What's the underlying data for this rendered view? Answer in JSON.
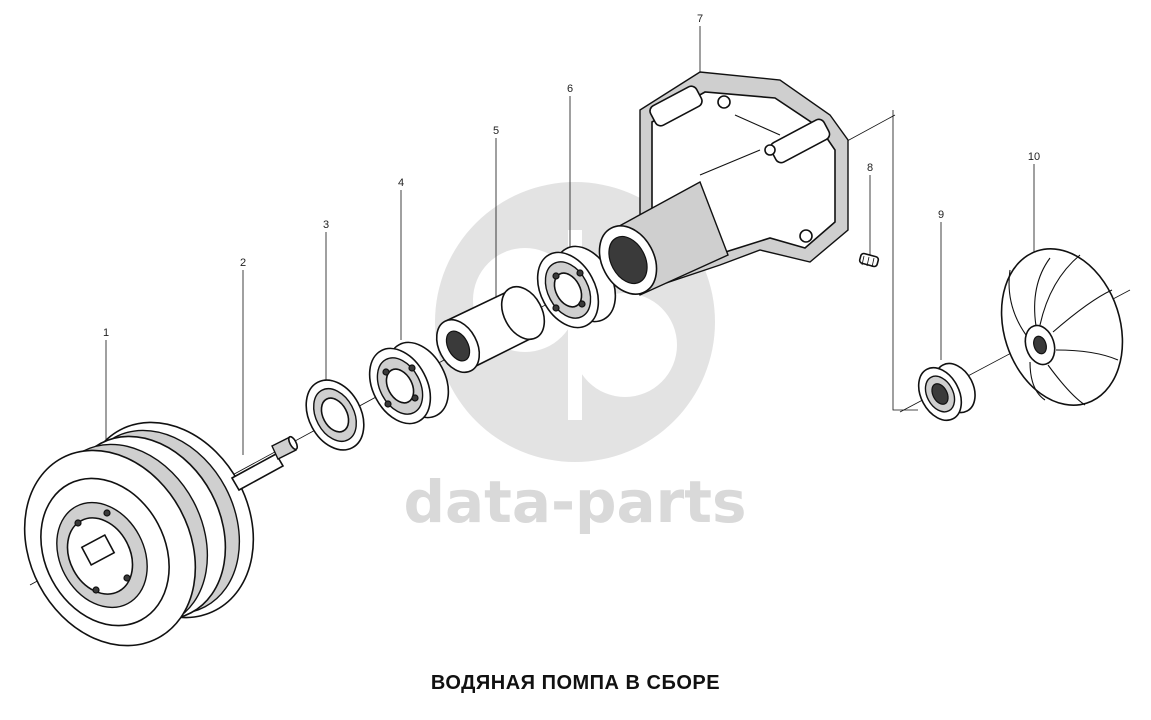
{
  "diagram": {
    "caption": "ВОДЯНАЯ ПОМПА В СБОРЕ",
    "watermark": "data-parts",
    "part_numbers": [
      "1",
      "2",
      "3",
      "4",
      "5",
      "6",
      "7",
      "8",
      "9",
      "10"
    ],
    "watermark_color": "#d9d9d9",
    "ink_color": "#111111"
  }
}
